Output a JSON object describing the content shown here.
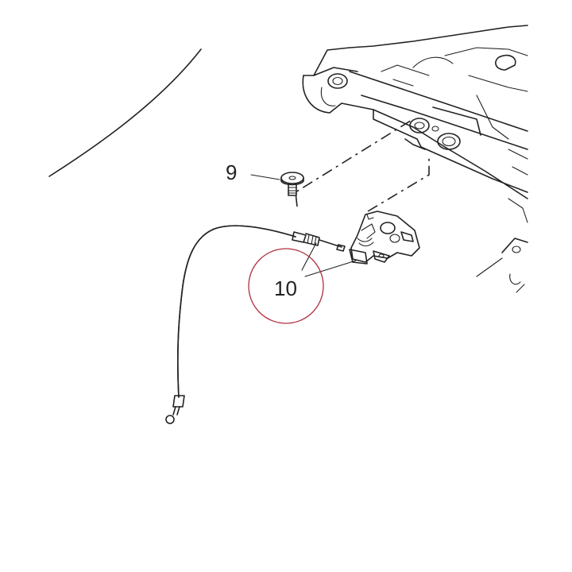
{
  "callouts": [
    {
      "id": "9",
      "label": "9",
      "part": "bolt"
    },
    {
      "id": "10",
      "label": "10",
      "part": "hood-release-cable-with-latch"
    }
  ],
  "colors": {
    "line": "#222222",
    "highlight_circle": "#b03040",
    "background": "#ffffff"
  }
}
